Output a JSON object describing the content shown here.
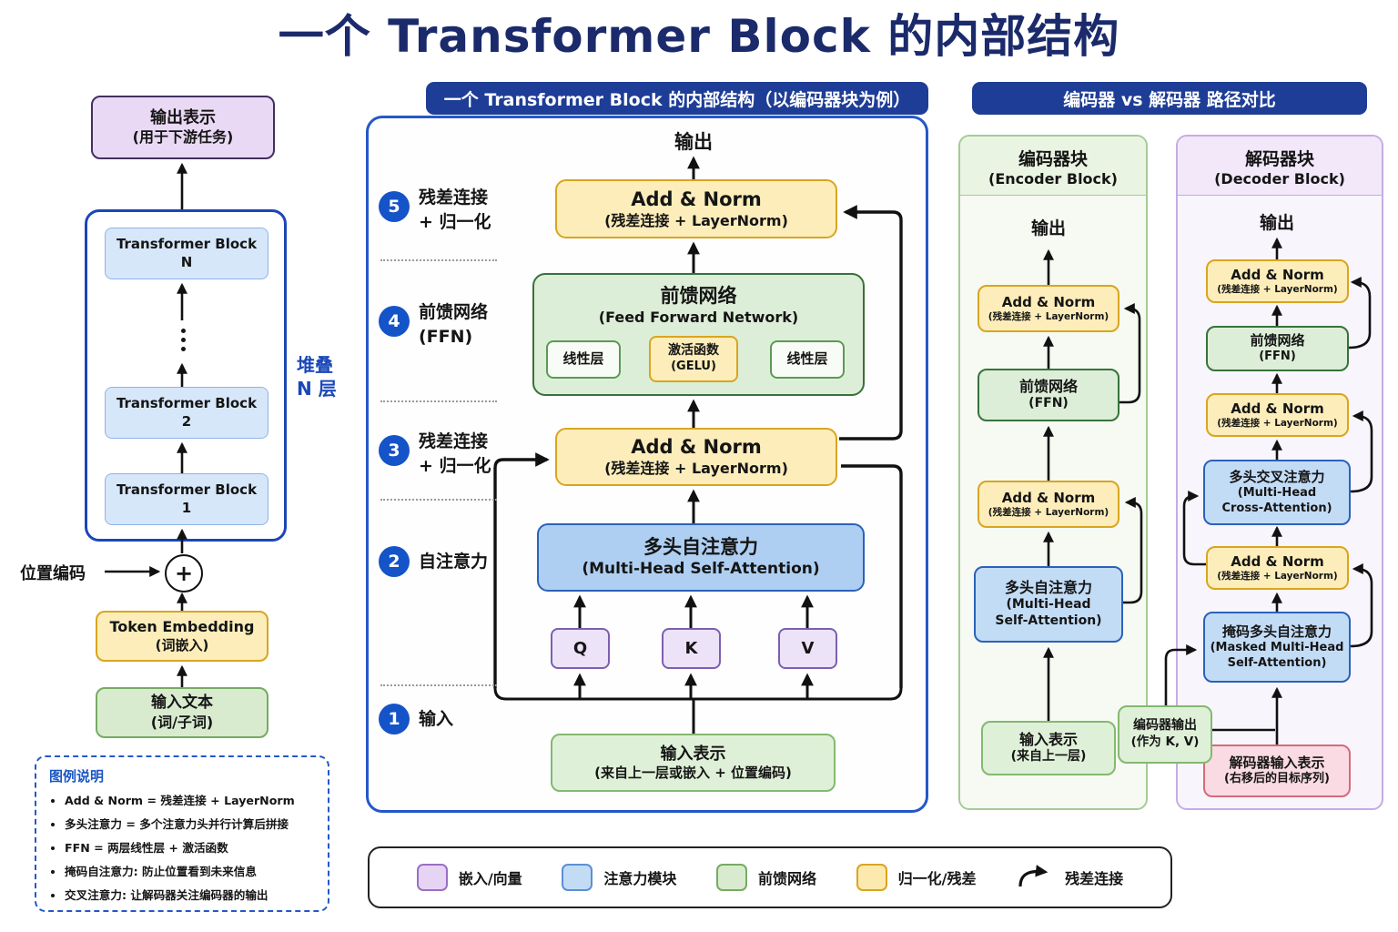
{
  "title": "一个 Transformer Block 的内部结构",
  "colors": {
    "title_navy": "#1b2a6b",
    "banner_bg": "#1e3d96",
    "accent_blue": "#1d4ed8",
    "yellow_fill": "#fcedba",
    "yellow_border": "#d9a520",
    "green_fill": "#d8ebcf",
    "green_border": "#76ab62",
    "blue_fill": "#c3dcf6",
    "blue_border": "#2b62b8",
    "purple_fill": "#ead9f5",
    "purple_border": "#8b6cc0",
    "pink_fill": "#fadbe3",
    "pink_border": "#d66a7a"
  },
  "shared": {
    "add_norm": {
      "line1": "Add & Norm",
      "line2": "(残差连接 + LayerNorm)"
    }
  },
  "left_stack": {
    "output_box": {
      "line1": "输出表示",
      "line2": "(用于下游任务)"
    },
    "block_n": {
      "line1": "Transformer Block",
      "line2": "N"
    },
    "block_2": {
      "line1": "Transformer Block",
      "line2": "2"
    },
    "block_1": {
      "line1": "Transformer Block",
      "line2": "1"
    },
    "stack_label_line1": "堆叠",
    "stack_label_line2": "N 层",
    "plus": "+",
    "position_encoding_label": "位置编码",
    "token_embedding": {
      "line1": "Token Embedding",
      "line2": "(词嵌入)"
    },
    "input_text": {
      "line1": "输入文本",
      "line2": "(词/子词)"
    }
  },
  "legend_panel": {
    "title": "图例说明",
    "items": [
      "Add & Norm = 残差连接 + LayerNorm",
      "多头注意力 = 多个注意力头并行计算后拼接",
      "FFN = 两层线性层 + 激活函数",
      "掩码自注意力: 防止位置看到未来信息",
      "交叉注意力: 让解码器关注编码器的输出"
    ]
  },
  "middle": {
    "banner": "一个 Transformer Block 的内部结构（以编码器块为例）",
    "output_label": "输出",
    "ffn": {
      "line1": "前馈网络",
      "line2": "(Feed Forward Network)",
      "linear1": "线性层",
      "activation_line1": "激活函数",
      "activation_line2": "(GELU)",
      "linear2": "线性层"
    },
    "mhsa": {
      "line1": "多头自注意力",
      "line2": "(Multi-Head Self-Attention)"
    },
    "q": "Q",
    "k": "K",
    "v": "V",
    "input_box": {
      "line1": "输入表示",
      "line2": "(来自上一层或嵌入 + 位置编码)"
    },
    "steps": [
      {
        "num": "1",
        "line1": "输入",
        "line2": ""
      },
      {
        "num": "2",
        "line1": "自注意力",
        "line2": ""
      },
      {
        "num": "3",
        "line1": "残差连接",
        "line2": "+ 归一化"
      },
      {
        "num": "4",
        "line1": "前馈网络",
        "line2": "(FFN)"
      },
      {
        "num": "5",
        "line1": "残差连接",
        "line2": "+ 归一化"
      }
    ]
  },
  "right": {
    "banner": "编码器 vs 解码器 路径对比",
    "encoder": {
      "header_line1": "编码器块",
      "header_line2": "(Encoder Block)",
      "output_label": "输出",
      "ffn": {
        "line1": "前馈网络",
        "line2": "(FFN)"
      },
      "mhsa": {
        "line1": "多头自注意力",
        "line2": "(Multi-Head",
        "line3": "Self-Attention)"
      },
      "input_box": {
        "line1": "输入表示",
        "line2": "(来自上一层)"
      }
    },
    "decoder": {
      "header_line1": "解码器块",
      "header_line2": "(Decoder Block)",
      "output_label": "输出",
      "ffn": {
        "line1": "前馈网络",
        "line2": "(FFN)"
      },
      "cross_attn": {
        "line1": "多头交叉注意力",
        "line2": "(Multi-Head",
        "line3": "Cross-Attention)"
      },
      "masked_attn": {
        "line1": "掩码多头自注意力",
        "line2": "(Masked Multi-Head",
        "line3": "Self-Attention)"
      },
      "input_box": {
        "line1": "解码器输入表示",
        "line2": "(右移后的目标序列)"
      }
    },
    "encoder_output_box": {
      "line1": "编码器输出",
      "line2": "(作为 K, V)"
    }
  },
  "bottom_legend": {
    "items": [
      {
        "label": "嵌入/向量",
        "fill": "#e6d4f5",
        "border": "#9a6fc4"
      },
      {
        "label": "注意力模块",
        "fill": "#c3dcf6",
        "border": "#5b8fd4"
      },
      {
        "label": "前馈网络",
        "fill": "#d8ebcf",
        "border": "#76ab62"
      },
      {
        "label": "归一化/残差",
        "fill": "#fce9ae",
        "border": "#d9a520"
      }
    ],
    "residual_label": "残差连接"
  }
}
